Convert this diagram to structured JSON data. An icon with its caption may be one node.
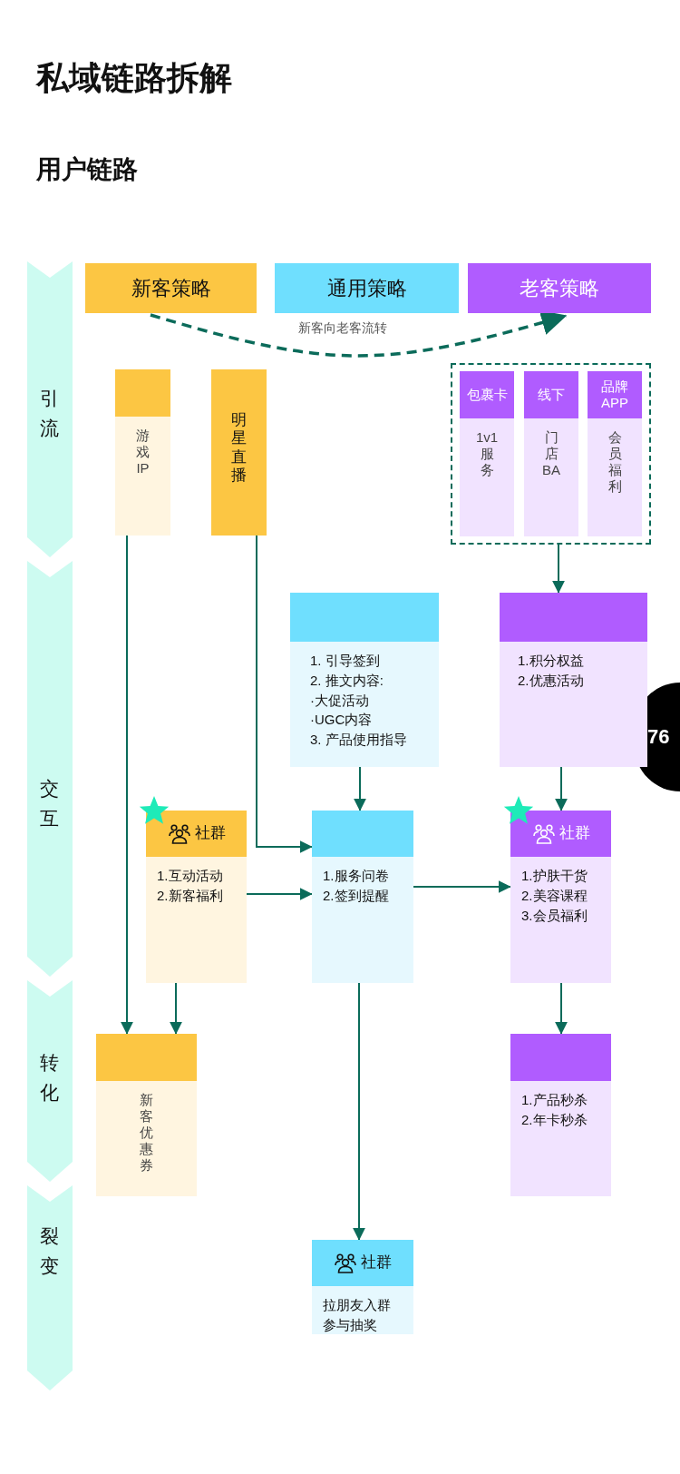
{
  "diagram": {
    "title": "私域链路拆解",
    "nodes": [
      {
        "text": [
          "引流"
        ]
      },
      {
        "text": [
          "新客策略"
        ]
      },
      {
        "text": [
          "通用策略"
        ]
      },
      {
        "text": [
          "老客策略"
        ]
      },
      {
        "text": [
          "游戏IP"
        ]
      },
      {
        "text": [
          "明星直播"
        ]
      },
      {
        "text": [],
        "shape": "box"
      },
      {
        "text": [
          "包裹卡",
          "1v1服务"
        ],
        "in": 6
      },
      {
        "text": [
          "线下",
          "门店BA"
        ],
        "in": 6
      },
      {
        "text": [
          "品牌APP",
          "会员福利"
        ],
        "in": 6
      },
      {
        "text": [
          "交互"
        ]
      },
      {
        "text": [
          "1. 引导签到",
          "2. 推文内容:",
          "·大促活动",
          "·UGC内容",
          "3. 产品使用指导"
        ]
      },
      {
        "text": [
          "1.积分权益",
          "2.优惠活动"
        ]
      },
      {
        "text": [
          "社群",
          "1.互动活动",
          "2.新客福利"
        ]
      },
      {
        "text": [
          "1.服务问卷",
          "2.签到提醒"
        ]
      },
      {
        "text": [
          "社群",
          "1.护肤干货",
          "2.美容课程",
          "3.会员福利"
        ]
      },
      {
        "text": [
          "转化"
        ]
      },
      {
        "text": [
          "新客优惠券"
        ]
      },
      {
        "text": [
          "1.产品秒杀",
          "2.年卡秒杀"
        ]
      },
      {
        "text": [
          "裂变"
        ]
      },
      {
        "text": [
          "社群",
          "拉朋友入群",
          "参与抽奖"
        ]
      }
    ],
    "edges": [
      {
        "from": 1,
        "to": 3,
        "arrow": "to",
        "label": "新客向老客流转",
        "style": "dashed"
      },
      {
        "from": 4,
        "to": 17,
        "arrow": "to"
      },
      {
        "from": 5,
        "to": 14,
        "arrow": "to"
      },
      {
        "from": 11,
        "to": 14,
        "arrow": "to"
      },
      {
        "from": 6,
        "to": 12,
        "arrow": "to"
      },
      {
        "from": 12,
        "to": 15,
        "arrow": "to"
      },
      {
        "from": 13,
        "to": 14,
        "arrow": "to"
      },
      {
        "from": 14,
        "to": 15,
        "arrow": "to"
      },
      {
        "from": 13,
        "to": 17,
        "arrow": "to"
      },
      {
        "from": 14,
        "to": 20,
        "arrow": "to"
      },
      {
        "from": 15,
        "to": 18,
        "arrow": "to"
      }
    ],
    "labels": [
      "用户链路",
      "76"
    ]
  }
}
